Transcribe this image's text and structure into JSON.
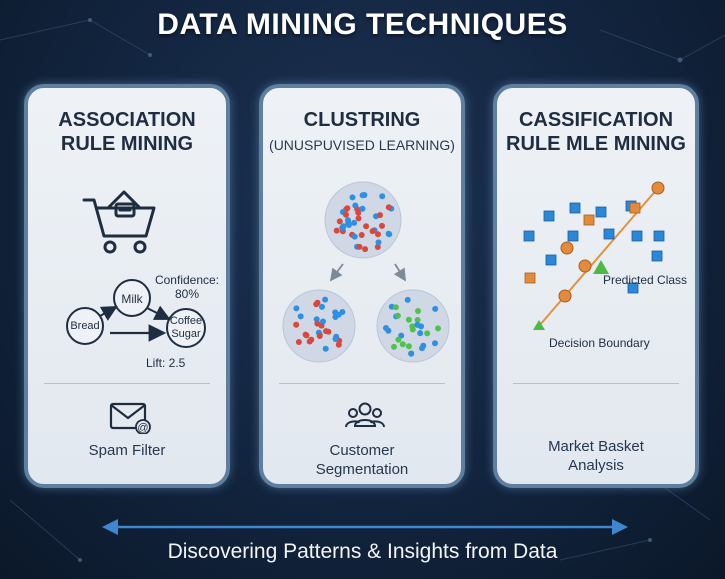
{
  "title": "DATA MINING TECHNIQUES",
  "cards": [
    {
      "title_line1": "ASSOCIATION",
      "title_line2": "RULE MINING",
      "diagram": {
        "node_a": "Bread",
        "node_b": "Milk",
        "node_c_line1": "Coffee",
        "node_c_line2": "Sugar",
        "confidence_label": "Confidence:",
        "confidence_value": "80%",
        "lift": "Lift: 2.5"
      },
      "use_case": {
        "icon": "envelope-at-icon",
        "text": "Spam Filter"
      }
    },
    {
      "title_line1": "CLUSTRING",
      "subtitle": "(UNUSPUVISED LEARNING)",
      "use_case": {
        "icon": "users-group-icon",
        "text_line1": "Customer",
        "text_line2": "Segmentation"
      }
    },
    {
      "title_line1": "CASSIFICATION",
      "title_line2": "RULE MLE MINING",
      "diagram": {
        "predicted_label": "Predicted Class",
        "boundary_label": "Decision Boundary"
      },
      "use_case": {
        "text_line1": "Market Basket",
        "text_line2": "Analysis"
      }
    }
  ],
  "footer": "Discovering Patterns & Insights from Data",
  "colors": {
    "red_dot": "#d9473d",
    "blue_dot": "#2f8fe0",
    "green_dot": "#4fc24c",
    "blue_square": "#2b87d8",
    "orange_circle": "#e38a3c",
    "green_triangle": "#4cbb45",
    "boundary_line": "#e2913f"
  }
}
